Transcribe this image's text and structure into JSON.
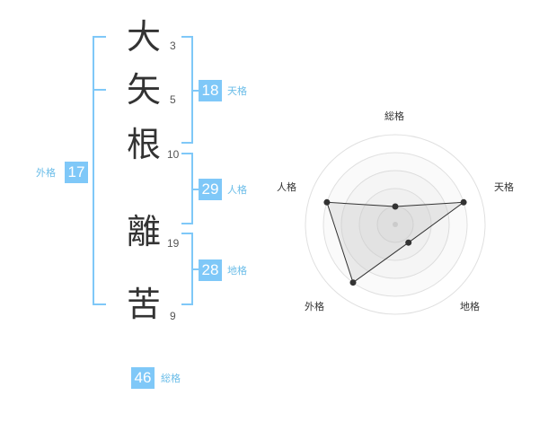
{
  "colors": {
    "accent": "#7fc8f8",
    "label": "#6bbde8",
    "text": "#333333"
  },
  "name": {
    "chars": [
      {
        "char": "大",
        "strokes": "3"
      },
      {
        "char": "矢",
        "strokes": "5"
      },
      {
        "char": "根",
        "strokes": "10"
      },
      {
        "char": "離",
        "strokes": "19"
      },
      {
        "char": "苦",
        "strokes": "9"
      }
    ]
  },
  "fortunes": {
    "tenkaku": {
      "value": "18",
      "label": "天格"
    },
    "jinkaku": {
      "value": "29",
      "label": "人格"
    },
    "chikaku": {
      "value": "28",
      "label": "地格"
    },
    "gaikaku": {
      "value": "17",
      "label": "外格"
    },
    "soukaku": {
      "value": "46",
      "label": "総格"
    }
  },
  "radar": {
    "axes": [
      "総格",
      "天格",
      "地格",
      "外格",
      "人格"
    ],
    "values": [
      0.2,
      0.8,
      0.25,
      0.8,
      0.8
    ]
  }
}
